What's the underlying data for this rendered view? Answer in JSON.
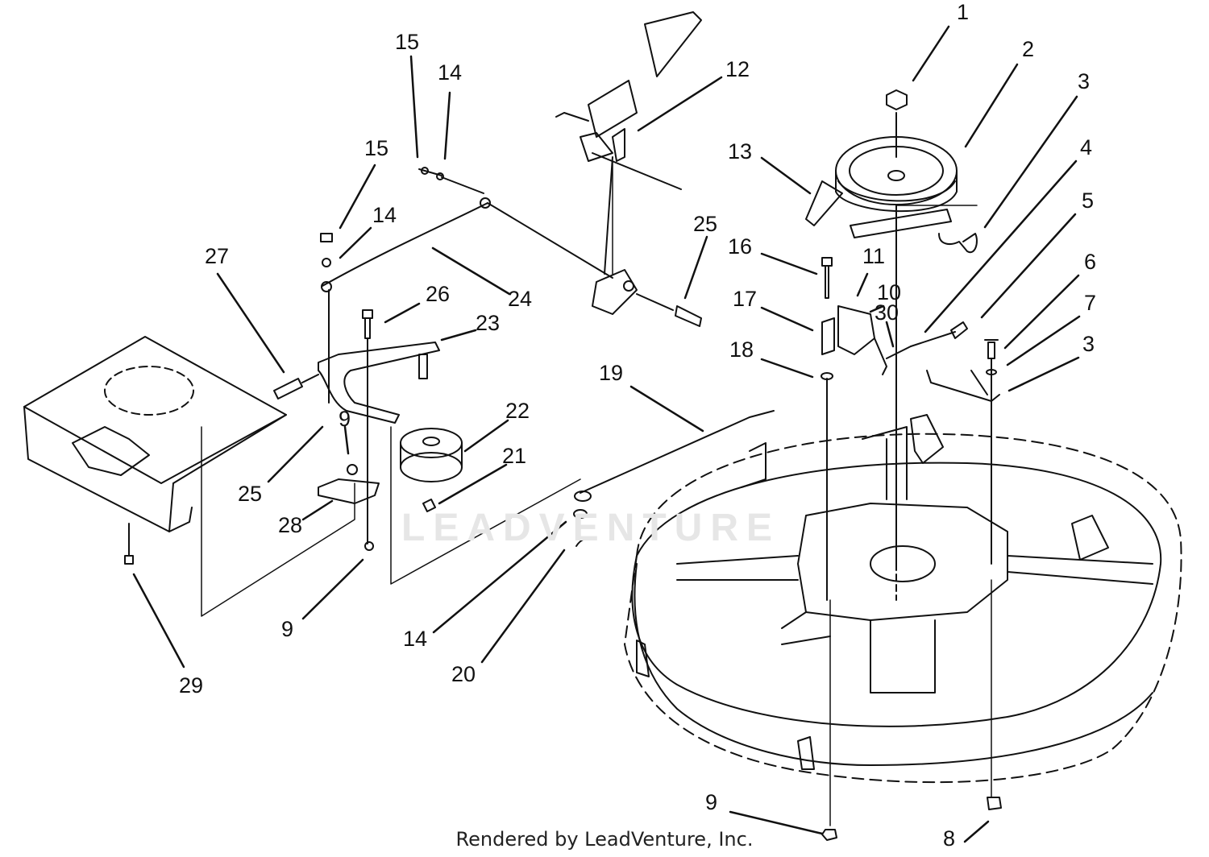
{
  "watermark": "LEADVENTURE",
  "footer": "Rendered by LeadVenture, Inc.",
  "callouts": [
    "1",
    "2",
    "3",
    "4",
    "5",
    "6",
    "7",
    "3",
    "15",
    "14",
    "12",
    "13",
    "15",
    "14",
    "27",
    "24",
    "25",
    "16",
    "11",
    "10",
    "30",
    "17",
    "18",
    "26",
    "23",
    "19",
    "22",
    "21",
    "9",
    "25",
    "28",
    "9",
    "14",
    "20",
    "29",
    "9",
    "8"
  ]
}
